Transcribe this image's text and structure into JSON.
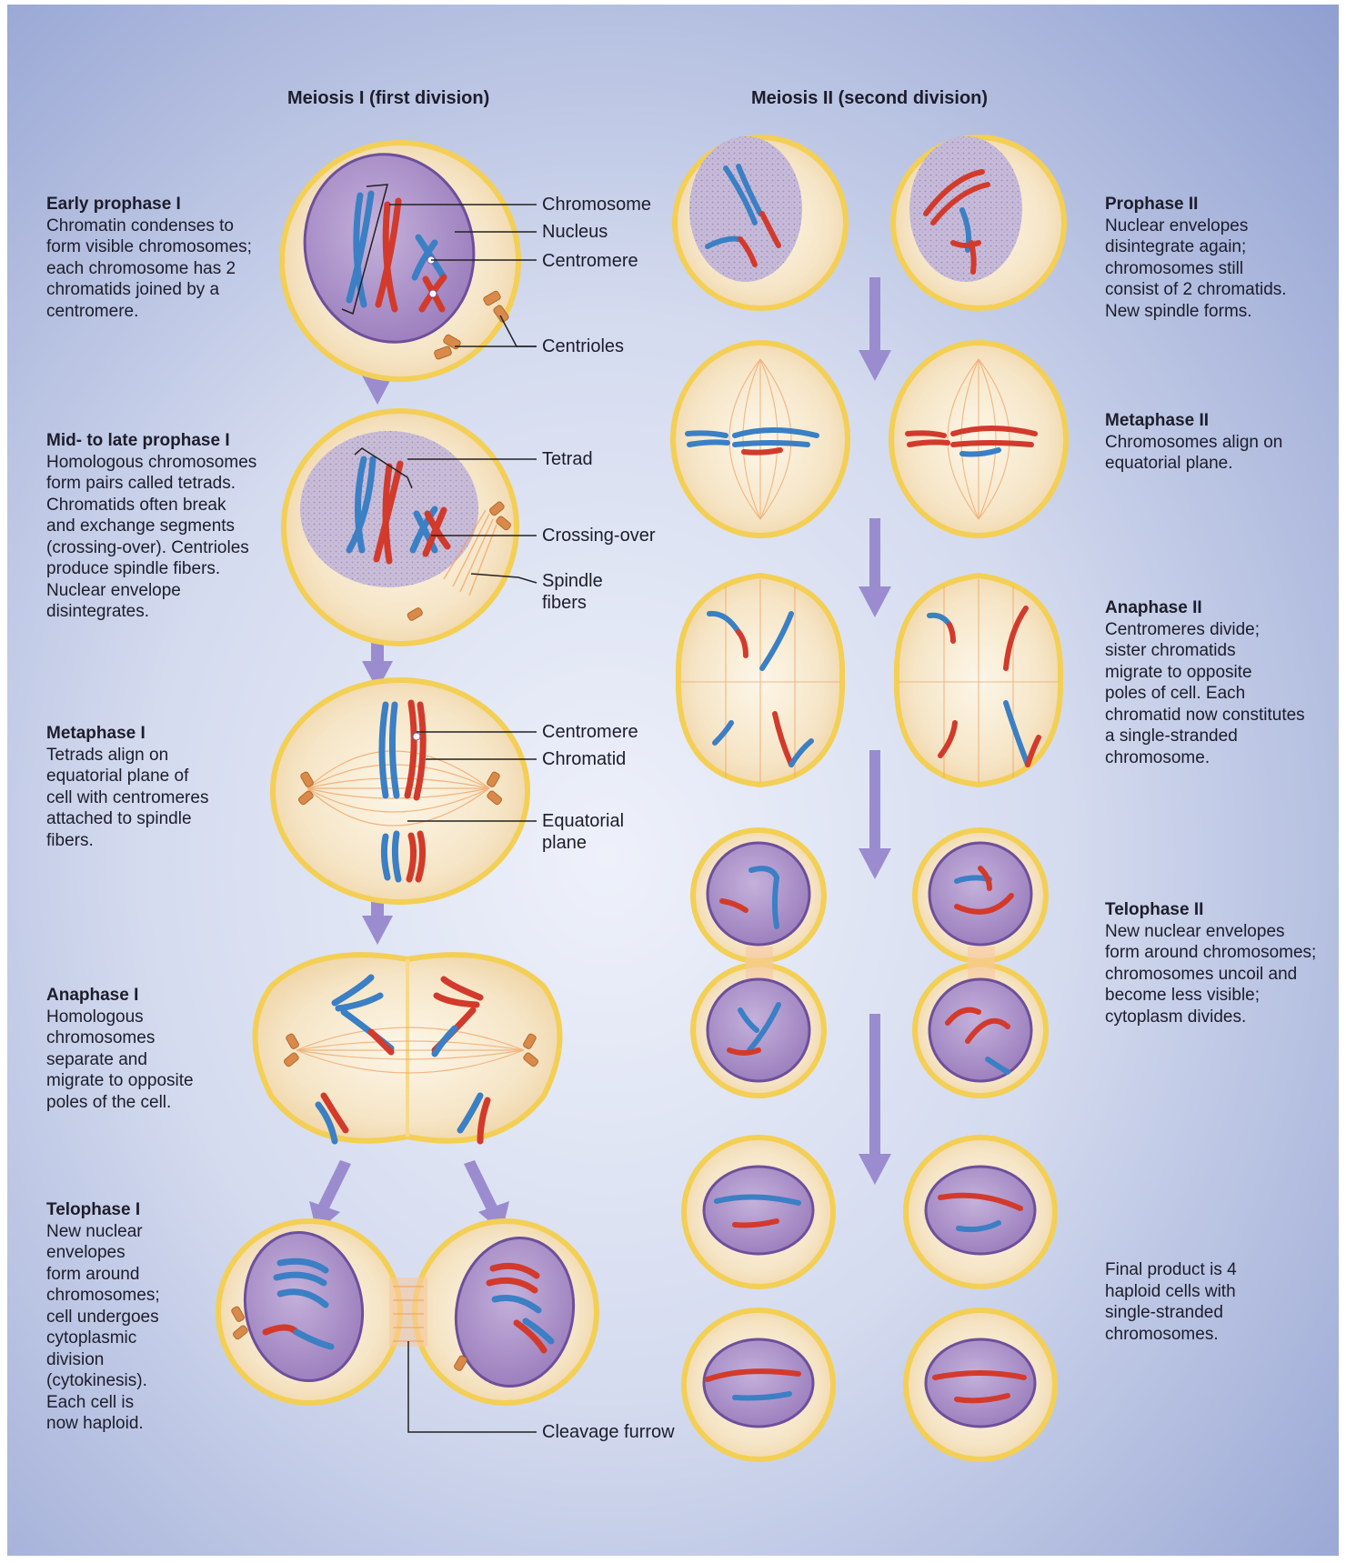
{
  "columns": {
    "meiosis1": "Meiosis I (first division)",
    "meiosis2": "Meiosis II (second division)"
  },
  "stages": {
    "early_prophase1": {
      "title": "Early prophase I",
      "text": "Chromatin condenses to\nform visible chromosomes;\neach chromosome has 2\nchromatids joined by a\ncentromere."
    },
    "mid_late_prophase1": {
      "title": "Mid- to late prophase I",
      "text": "Homologous chromosomes\nform pairs called tetrads.\nChromatids often break\nand exchange segments\n(crossing-over). Centrioles\nproduce spindle fibers.\nNuclear envelope\ndisintegrates."
    },
    "metaphase1": {
      "title": "Metaphase I",
      "text": "Tetrads align on\nequatorial plane of\ncell with centromeres\nattached to spindle\nfibers."
    },
    "anaphase1": {
      "title": "Anaphase I",
      "text": "Homologous\nchromosomes\nseparate and\nmigrate to opposite\npoles of the cell."
    },
    "telophase1": {
      "title": "Telophase I",
      "text": "New nuclear\nenvelopes\nform around\nchromosomes;\ncell undergoes\ncytoplasmic\ndivision\n(cytokinesis).\nEach cell is\nnow haploid."
    },
    "prophase2": {
      "title": "Prophase II",
      "text": "Nuclear envelopes\ndisintegrate again;\nchromosomes still\nconsist of 2 chromatids.\nNew spindle forms."
    },
    "metaphase2": {
      "title": "Metaphase II",
      "text": "Chromosomes align on\nequatorial plane."
    },
    "anaphase2": {
      "title": "Anaphase II",
      "text": "Centromeres divide;\nsister chromatids\nmigrate to opposite\npoles of cell. Each\nchromatid now constitutes\na single-stranded\nchromosome."
    },
    "telophase2": {
      "title": "Telophase II",
      "text": "New nuclear envelopes\nform around chromosomes;\nchromosomes uncoil and\nbecome less visible;\ncytoplasm divides."
    },
    "final": {
      "text": "Final product is 4\nhaploid cells with\nsingle-stranded\nchromosomes."
    }
  },
  "labels": {
    "chromosome": "Chromosome",
    "nucleus": "Nucleus",
    "centromere1": "Centromere",
    "centrioles": "Centrioles",
    "tetrad": "Tetrad",
    "crossing_over": "Crossing-over",
    "spindle_fibers": "Spindle\nfibers",
    "centromere2": "Centromere",
    "chromatid": "Chromatid",
    "equatorial_plane": "Equatorial\nplane",
    "cleavage_furrow": "Cleavage furrow"
  },
  "colors": {
    "cell_fill": "#fbf1dc",
    "cell_rim": "#f3cf55",
    "nucleus": "#a98fc6",
    "chromosome_blue": "#3b7fc4",
    "chromosome_red": "#d23a2c",
    "arrow": "#9a8ccf",
    "centriole": "#d98a4a"
  }
}
